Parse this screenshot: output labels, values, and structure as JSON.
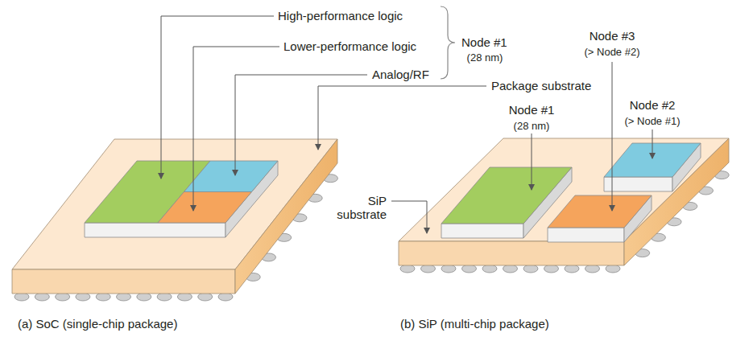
{
  "diagram": {
    "labels": [
      "High-performance logic",
      "Lower-performance logic",
      "Analog/RF",
      "Node #1",
      "(28 nm)",
      "Package substrate",
      "Node #3",
      "(> Node #2)",
      "Node #1",
      "(28 nm)",
      "Node #2",
      "(> Node #1)",
      "SiP substrate",
      "(a) SoC (single-chip package)",
      "(b) SiP (multi-chip package)"
    ]
  }
}
